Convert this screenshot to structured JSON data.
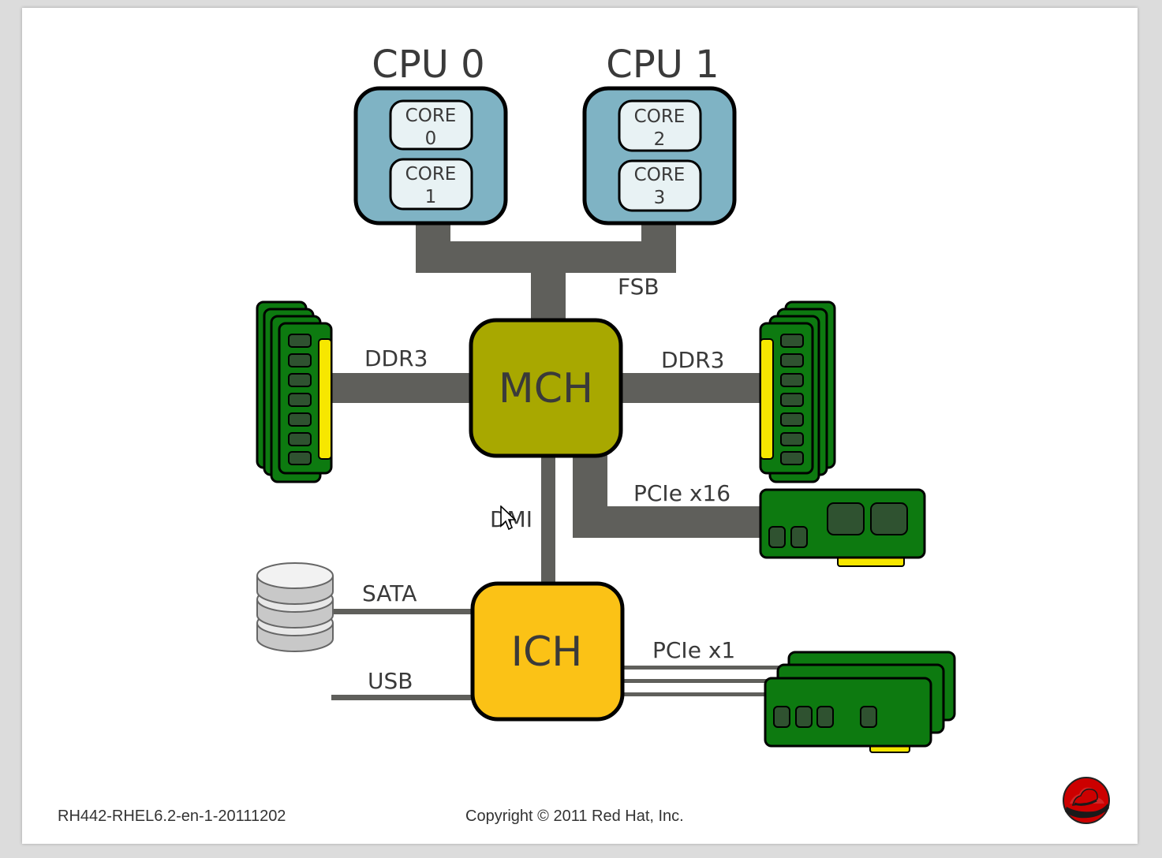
{
  "cpus": [
    {
      "label": "CPU 0",
      "cores": [
        {
          "label": "CORE",
          "num": "0"
        },
        {
          "label": "CORE",
          "num": "1"
        }
      ]
    },
    {
      "label": "CPU 1",
      "cores": [
        {
          "label": "CORE",
          "num": "2"
        },
        {
          "label": "CORE",
          "num": "3"
        }
      ]
    }
  ],
  "hubs": {
    "mch": "MCH",
    "ich": "ICH"
  },
  "buses": {
    "fsb": "FSB",
    "ddr3_left": "DDR3",
    "ddr3_right": "DDR3",
    "dmi": "DMI",
    "pcie_x16": "PCIe x16",
    "sata": "SATA",
    "usb": "USB",
    "pcie_x1": "PCIe x1"
  },
  "footer": {
    "slide_id": "RH442-RHEL6.2-en-1-20111202",
    "copyright": "Copyright © 2011 Red Hat, Inc."
  },
  "colors": {
    "cpu_fill": "#7fb3c4",
    "core_fill": "#e8f2f4",
    "mch_fill": "#a8a800",
    "ich_fill": "#fbc216",
    "bus": "#5f5f5b",
    "board_green": "#0d7a10",
    "connector_yellow": "#f7e700",
    "logo_red": "#cc0000"
  }
}
